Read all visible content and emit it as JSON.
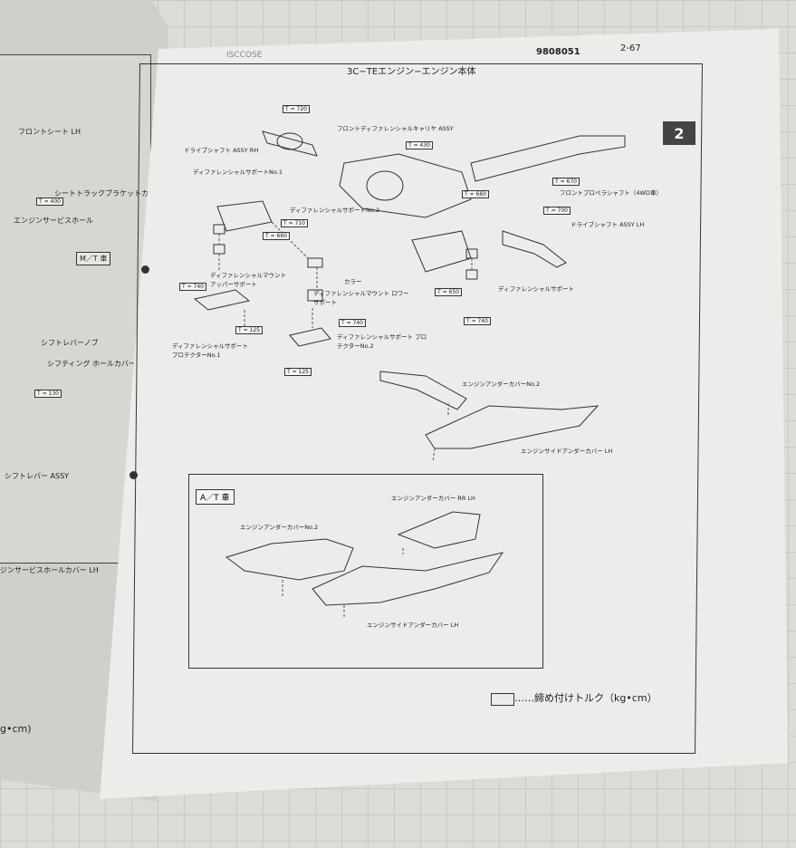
{
  "header": {
    "title": "3C−TEエンジン−エンジン本体",
    "code": "9808051",
    "page": "2-67",
    "faint_code": "ISCCOSE"
  },
  "section_tab": "2",
  "labels": {
    "front_diff_carrier": "フロントディファレンシャルキャリヤ ASSY",
    "drive_shaft_rh": "ドライブシャフト ASSY RH",
    "diff_support_1": "ディファレンシャルサポートNo.1",
    "diff_support_2": "ディファレンシャルサポートNo.2",
    "front_prop_shaft": "フロントプロペラシャフト（4WD車）",
    "drive_shaft_lh": "ドライブシャフト ASSY LH",
    "diff_mount_upper": "ディファレンシャルマウント アッパーサポート",
    "collar": "カラー",
    "diff_mount_lower": "ディファレンシャルマウント ロワーサポート",
    "diff_support": "ディファレンシャルサポート",
    "diff_protector_1": "ディファレンシャルサポート プロテクターNo.1",
    "diff_protector_2": "ディファレンシャルサポート プロテクターNo.2",
    "engine_under_cover_2": "エンジンアンダーカバーNo.2",
    "engine_side_under_cover_lh": "エンジンサイドアンダーカバー LH"
  },
  "torques": [
    "T = 720",
    "T = 430",
    "T = 670",
    "T = 660",
    "T = 710",
    "T = 660",
    "T = 700",
    "T = 740",
    "T = 125",
    "T = 650",
    "T = 740",
    "T = 740",
    "T = 125"
  ],
  "at_box": {
    "title": "A／T 車",
    "engine_under_cover_rr": "エンジンアンダーカバー RR LH",
    "engine_under_cover_2": "エンジンアンダーカバーNo.2",
    "engine_side_under_cover_lh": "エンジンサイドアンダーカバー LH"
  },
  "legend": "……締め付けトルク（kg•cm）",
  "left_page": {
    "front_seat_lh": "フロントシート LH",
    "seat_track": "シートトラックブラケットカバー",
    "engine_service_hole": "エンジンサービスホール",
    "mt_label": "M／T 車",
    "shift_lever_knob": "シフトレバーノブ",
    "shifting_hole_cover": "シフティング ホールカバー",
    "shift_lever_assy": "シフトレバー ASSY",
    "engine_service_hole_cover_lh": "ジンサービスホールカバー LH",
    "unit": "g•cm)",
    "torque": "T = 130",
    "torque_top": "T = 400"
  }
}
